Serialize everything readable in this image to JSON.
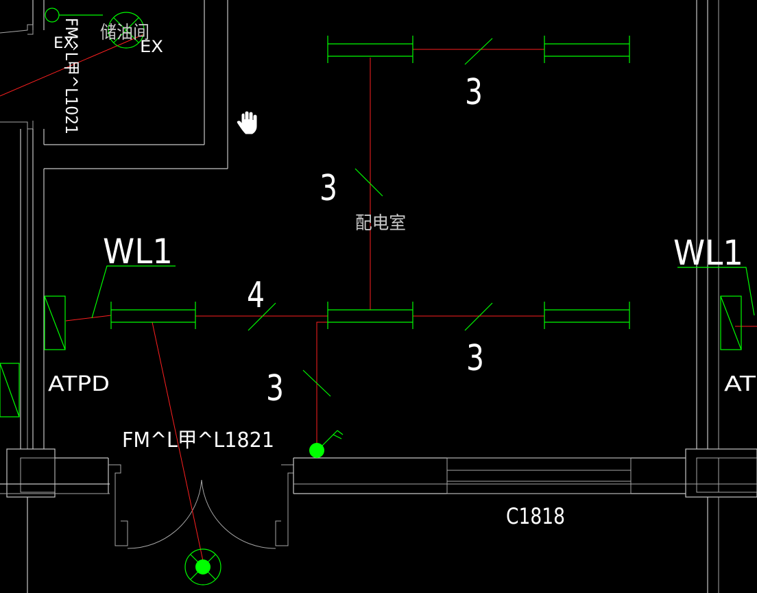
{
  "colors": {
    "background": "#000000",
    "wall": "#c8c8c8",
    "fixture": "#00ff00",
    "wiring": "#ff2020",
    "text": "#ffffff"
  },
  "labels": {
    "room_name": "配电室",
    "room_name_top": "储油间",
    "door_top": "FM^L甲^L1021",
    "ex_left": "EX",
    "ex_right": "EX",
    "circuit_left": "WL1",
    "circuit_right": "WL1",
    "panel_left": "ATPD",
    "panel_right": "AT",
    "door_bottom": "FM^L甲^L1821",
    "window": "C1818",
    "wire_count_top": "3",
    "wire_count_mid_vertical": "3",
    "wire_count_left": "4",
    "wire_count_right": "3",
    "wire_count_switch": "3"
  },
  "icons": [
    "hand-pan-cursor-icon",
    "light-fixture-symbol",
    "ceiling-light-symbol",
    "switch-symbol",
    "distribution-panel-symbol"
  ]
}
